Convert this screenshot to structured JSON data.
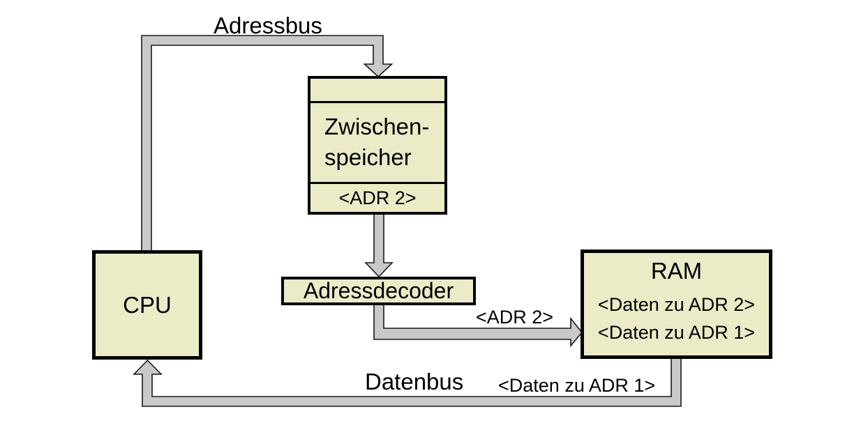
{
  "diagram": {
    "bus_labels": {
      "adressbus": "Adressbus",
      "datenbus": "Datenbus",
      "adr2": "<ADR 2>",
      "daten_zu_adr1": "<Daten zu ADR 1>"
    },
    "boxes": {
      "cpu": {
        "label": "CPU"
      },
      "buffer": {
        "line1": "Zwischen-",
        "line2": "speicher",
        "register": "<ADR 2>"
      },
      "decoder": {
        "label": "Adressdecoder"
      },
      "ram": {
        "title": "RAM",
        "rows": [
          "<Daten zu ADR 2>",
          "<Daten zu ADR 1>"
        ]
      }
    },
    "colors": {
      "box_fill": "#ebebc8",
      "box_border": "#000000",
      "bus_fill": "#c9c9c9",
      "bus_outline": "#1a1a1a",
      "background": "#ffffff",
      "text": "#000000"
    }
  }
}
